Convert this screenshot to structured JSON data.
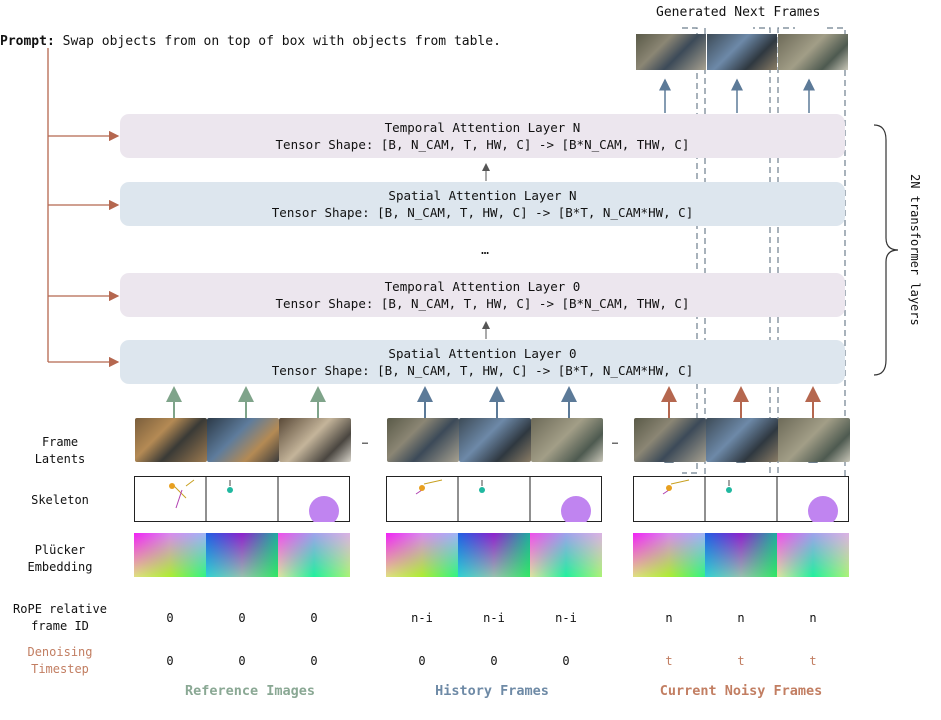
{
  "prompt": {
    "label": "Prompt:",
    "text": " Swap objects from on top of box with objects from table."
  },
  "generated_title": "Generated Next Frames",
  "layers": [
    {
      "title": "Temporal Attention Layer N",
      "shape": "Tensor Shape: [B, N_CAM, T, HW, C] -> [B*N_CAM, THW, C]"
    },
    {
      "title": "Spatial Attention Layer N",
      "shape": "Tensor Shape: [B, N_CAM, T, HW, C] -> [B*T, N_CAM*HW, C]"
    },
    {
      "title": "Temporal Attention Layer 0",
      "shape": "Tensor Shape: [B, N_CAM, T, HW, C] -> [B*N_CAM, THW, C]"
    },
    {
      "title": "Spatial Attention Layer 0",
      "shape": "Tensor Shape: [B, N_CAM, T, HW, C] -> [B*T, N_CAM*HW, C]"
    }
  ],
  "ellipsis": "…",
  "side_label": "2N transformer layers",
  "row_labels": {
    "frame_latents": [
      "Frame",
      "Latents"
    ],
    "skeleton": "Skeleton",
    "plucker": [
      "Plücker",
      "Embedding"
    ],
    "rope": [
      "RoPE relative",
      "frame ID"
    ],
    "denoise": [
      "Denoising",
      "Timestep"
    ]
  },
  "between_dots": "…",
  "rope_values": {
    "reference": [
      "0",
      "0",
      "0"
    ],
    "history": [
      "n-i",
      "n-i",
      "n-i"
    ],
    "current": [
      "n",
      "n",
      "n"
    ]
  },
  "timestep_values": {
    "reference": [
      "0",
      "0",
      "0"
    ],
    "history": [
      "0",
      "0",
      "0"
    ],
    "current": [
      "t",
      "t",
      "t"
    ]
  },
  "groups": {
    "reference": "Reference Images",
    "history": "History Frames",
    "current": "Current Noisy Frames"
  },
  "colors": {
    "green_arrow": "#7fa48a",
    "blue_arrow": "#5c7a98",
    "red_arrow": "#b5674f",
    "orange_line": "#b5674f",
    "temporal_bg": "#ece6ee",
    "spatial_bg": "#dde6ee"
  }
}
